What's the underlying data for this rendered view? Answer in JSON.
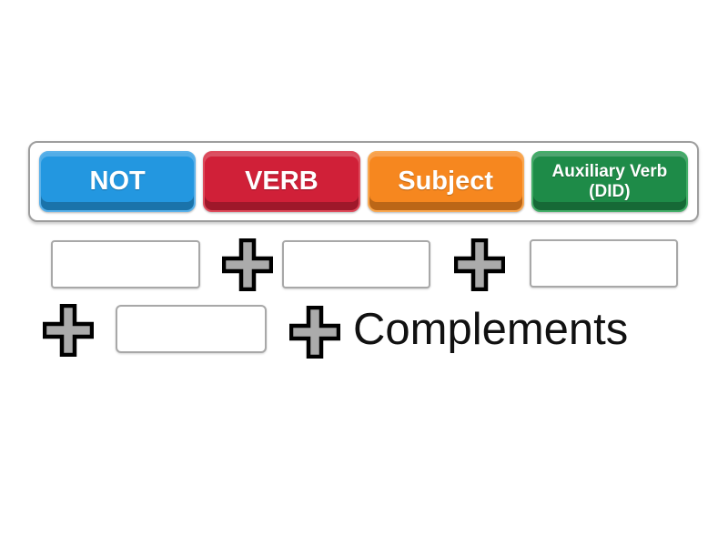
{
  "page": {
    "background": "#ffffff"
  },
  "tray": {
    "tiles": [
      {
        "id": "not",
        "label": "NOT",
        "color": "#2397e0",
        "edge": "#5ab1ea"
      },
      {
        "id": "verb",
        "label": "VERB",
        "color": "#d02038",
        "edge": "#de4a5b"
      },
      {
        "id": "subject",
        "label": "Subject",
        "color": "#f6871f",
        "edge": "#f9a850"
      },
      {
        "id": "auxiliary-verb-did",
        "label": "Auxiliary Verb (DID)",
        "color": "#1e8b48",
        "edge": "#43ae68"
      }
    ]
  },
  "equation": {
    "slots": [
      {
        "value": ""
      },
      {
        "value": ""
      },
      {
        "value": ""
      },
      {
        "value": ""
      }
    ],
    "fixed_term": "Complements"
  },
  "icons": {
    "plus": {
      "fill": "#ababab",
      "stroke": "#000000"
    }
  },
  "colors": {
    "tile_text": "#ffffff",
    "term_text": "#111111",
    "tray_border": "#9e9e9e",
    "slot_border": "#a8a8a8"
  }
}
